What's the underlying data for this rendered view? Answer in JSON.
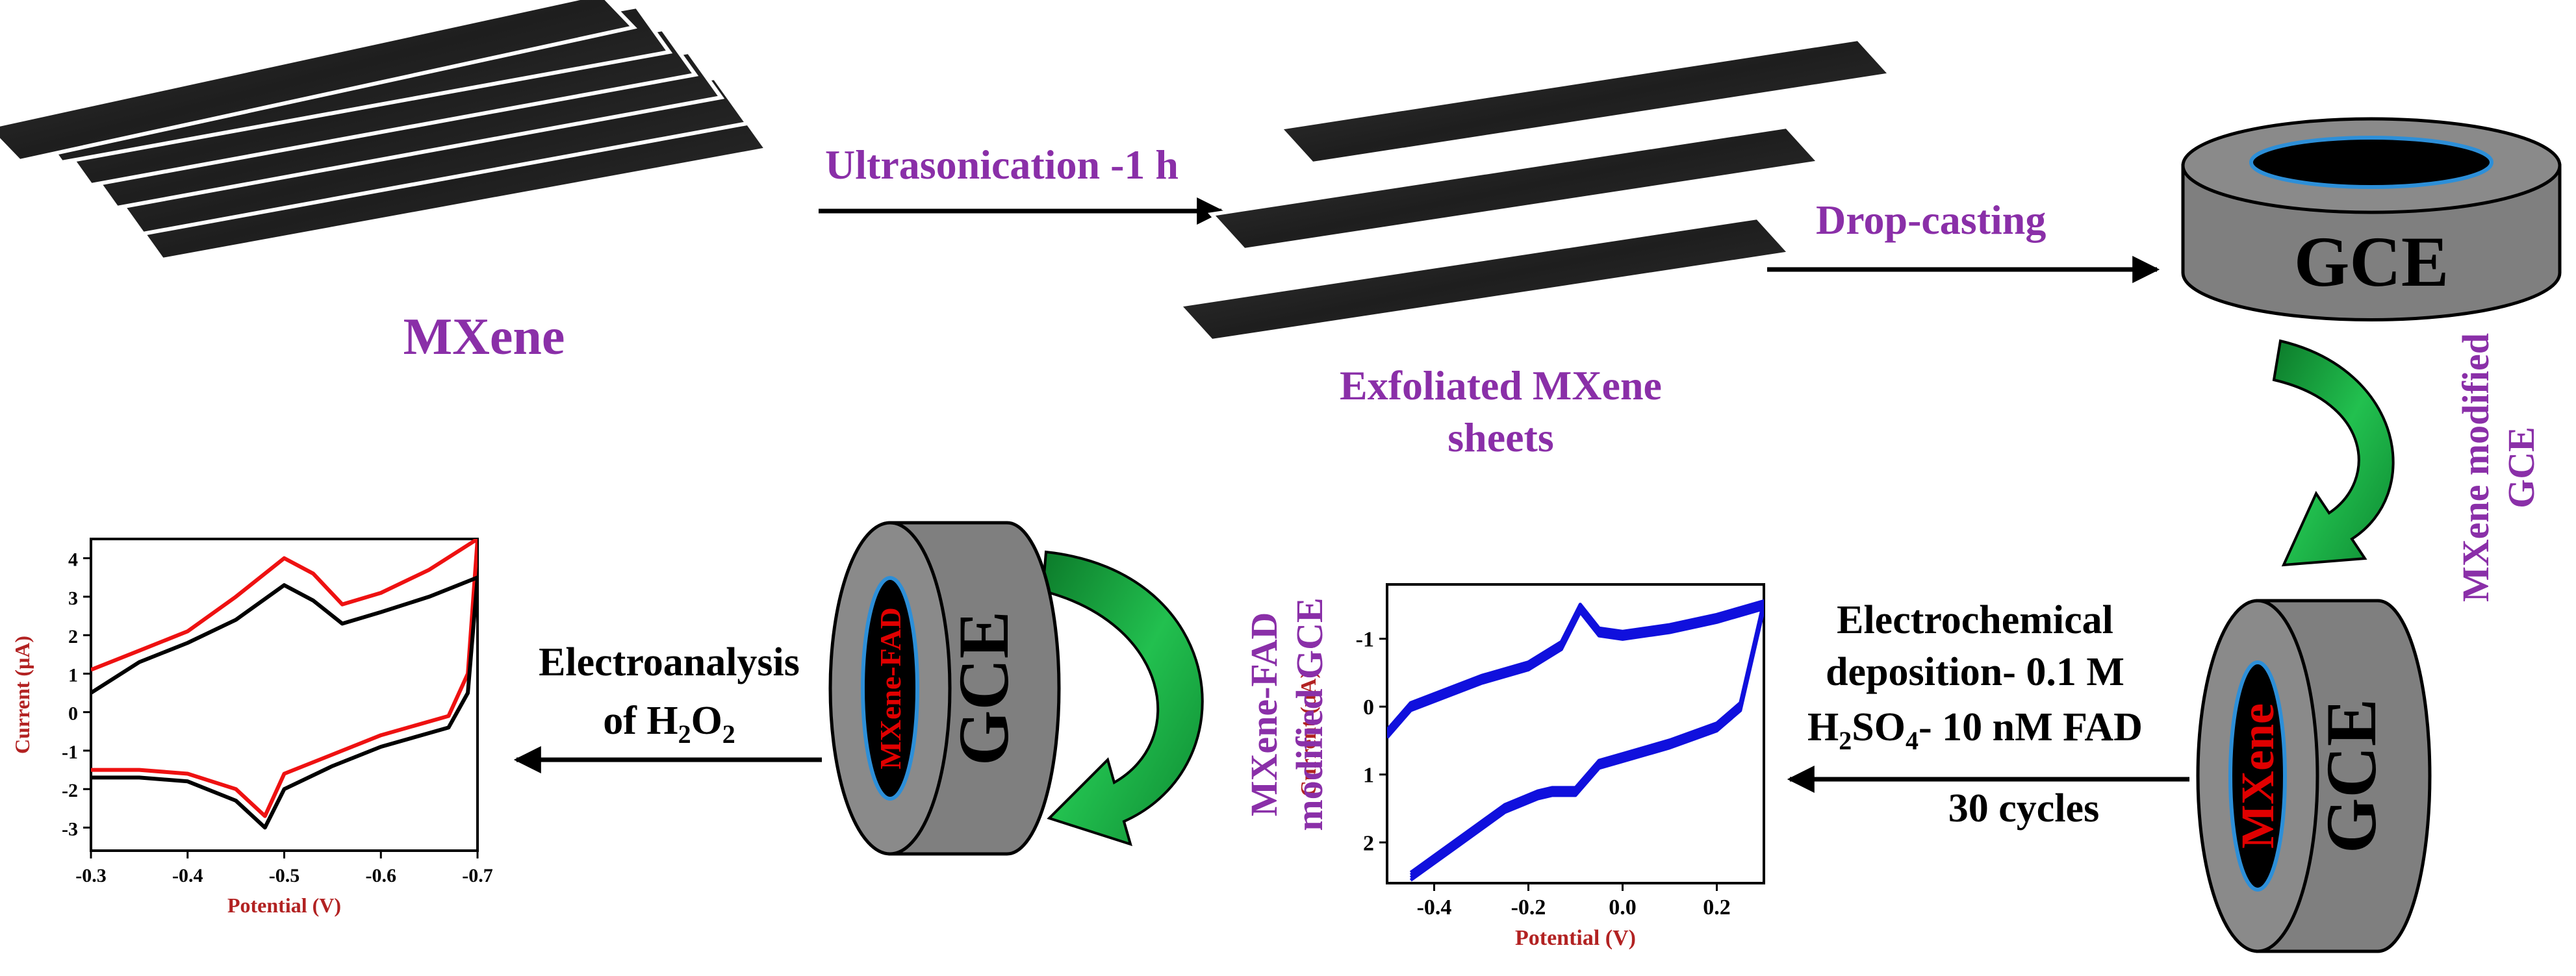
{
  "colors": {
    "purple": "#8a2fa8",
    "dark_red": "#b22222",
    "red_text": "#e00000",
    "black": "#000000",
    "gce_gray": "#7f7f7f",
    "sheet": "#2a2a2a",
    "green": "#1fa843",
    "blue_cv": "#1010dd",
    "red_cv": "#ee1111",
    "black_cv": "#000000"
  },
  "labels": {
    "mxene": "MXene",
    "ultrasonication": "Ultrasonication -1 h",
    "exfoliated_line1": "Exfoliated MXene",
    "exfoliated_line2": "sheets",
    "drop_casting": "Drop-casting",
    "gce": "GCE",
    "mxene_modified_line1": "MXene modified",
    "mxene_modified_line2": "GCE",
    "electrode_mxene": "MXene",
    "deposition_line1": "Electrochemical",
    "deposition_line2": "deposition- 0.1 M",
    "deposition_line3_prefix": "H",
    "deposition_line3_sub": "2",
    "deposition_line3_mid": "SO",
    "deposition_line3_sub2": "4",
    "deposition_line3_suffix": "- 10 nM FAD",
    "deposition_line4": "30 cycles",
    "mxene_fad_modified_line1": "MXene-FAD",
    "mxene_fad_modified_line2": "modified GCE",
    "electrode_mxene_fad": "MXene-FAD",
    "electroanalysis_line1": "Electroanalysis",
    "electroanalysis_line2_prefix": "of H",
    "electroanalysis_line2_sub1": "2",
    "electroanalysis_line2_mid": "O",
    "electroanalysis_line2_sub2": "2"
  },
  "chart_data": [
    {
      "type": "line",
      "xlabel": "Potential (V)",
      "ylabel": "Current (μA)",
      "x_ticks": [
        "-0.4",
        "-0.2",
        "0.0",
        "0.2"
      ],
      "y_ticks": [
        "-1",
        "0",
        "1",
        "2"
      ],
      "xlim": [
        -0.5,
        0.3
      ],
      "ylim_top_to_bottom": [
        -1.8,
        2.6
      ],
      "series": [
        {
          "color": "#1010dd",
          "upper_branch": [
            [
              -0.5,
              0.4
            ],
            [
              -0.45,
              0.0
            ],
            [
              -0.3,
              -0.4
            ],
            [
              -0.2,
              -0.6
            ],
            [
              -0.13,
              -0.9
            ],
            [
              -0.09,
              -1.45
            ],
            [
              -0.05,
              -1.1
            ],
            [
              0.0,
              -1.05
            ],
            [
              0.1,
              -1.15
            ],
            [
              0.2,
              -1.3
            ],
            [
              0.3,
              -1.5
            ]
          ],
          "lower_branch": [
            [
              0.3,
              -1.5
            ],
            [
              0.25,
              0.0
            ],
            [
              0.2,
              0.3
            ],
            [
              0.1,
              0.55
            ],
            [
              0.0,
              0.75
            ],
            [
              -0.05,
              0.85
            ],
            [
              -0.1,
              1.25
            ],
            [
              -0.15,
              1.25
            ],
            [
              -0.18,
              1.3
            ],
            [
              -0.25,
              1.5
            ],
            [
              -0.35,
              2.0
            ],
            [
              -0.45,
              2.5
            ]
          ]
        }
      ]
    },
    {
      "type": "line",
      "xlabel": "Potential (V)",
      "ylabel": "Current (μA)",
      "x_ticks": [
        "-0.3",
        "-0.4",
        "-0.5",
        "-0.6",
        "-0.7"
      ],
      "y_ticks": [
        "4",
        "3",
        "2",
        "1",
        "0",
        "-1",
        "-2",
        "-3"
      ],
      "xlim": [
        -0.3,
        -0.7
      ],
      "ylim": [
        -3.6,
        4.5
      ],
      "series": [
        {
          "color": "#ee1111",
          "upper_branch": [
            [
              -0.3,
              1.1
            ],
            [
              -0.35,
              1.6
            ],
            [
              -0.4,
              2.1
            ],
            [
              -0.45,
              3.0
            ],
            [
              -0.5,
              4.0
            ],
            [
              -0.53,
              3.6
            ],
            [
              -0.56,
              2.8
            ],
            [
              -0.6,
              3.1
            ],
            [
              -0.65,
              3.7
            ],
            [
              -0.7,
              4.5
            ]
          ],
          "lower_branch": [
            [
              -0.7,
              4.5
            ],
            [
              -0.69,
              1.0
            ],
            [
              -0.67,
              -0.1
            ],
            [
              -0.6,
              -0.6
            ],
            [
              -0.55,
              -1.1
            ],
            [
              -0.5,
              -1.6
            ],
            [
              -0.48,
              -2.7
            ],
            [
              -0.45,
              -2.0
            ],
            [
              -0.4,
              -1.6
            ],
            [
              -0.35,
              -1.5
            ],
            [
              -0.3,
              -1.5
            ]
          ]
        },
        {
          "color": "#000000",
          "upper_branch": [
            [
              -0.3,
              0.5
            ],
            [
              -0.35,
              1.3
            ],
            [
              -0.4,
              1.8
            ],
            [
              -0.45,
              2.4
            ],
            [
              -0.5,
              3.3
            ],
            [
              -0.53,
              2.9
            ],
            [
              -0.56,
              2.3
            ],
            [
              -0.6,
              2.6
            ],
            [
              -0.65,
              3.0
            ],
            [
              -0.7,
              3.5
            ]
          ],
          "lower_branch": [
            [
              -0.7,
              3.5
            ],
            [
              -0.69,
              0.5
            ],
            [
              -0.67,
              -0.4
            ],
            [
              -0.6,
              -0.9
            ],
            [
              -0.55,
              -1.4
            ],
            [
              -0.5,
              -2.0
            ],
            [
              -0.48,
              -3.0
            ],
            [
              -0.45,
              -2.3
            ],
            [
              -0.4,
              -1.8
            ],
            [
              -0.35,
              -1.7
            ],
            [
              -0.3,
              -1.7
            ]
          ]
        }
      ]
    }
  ]
}
